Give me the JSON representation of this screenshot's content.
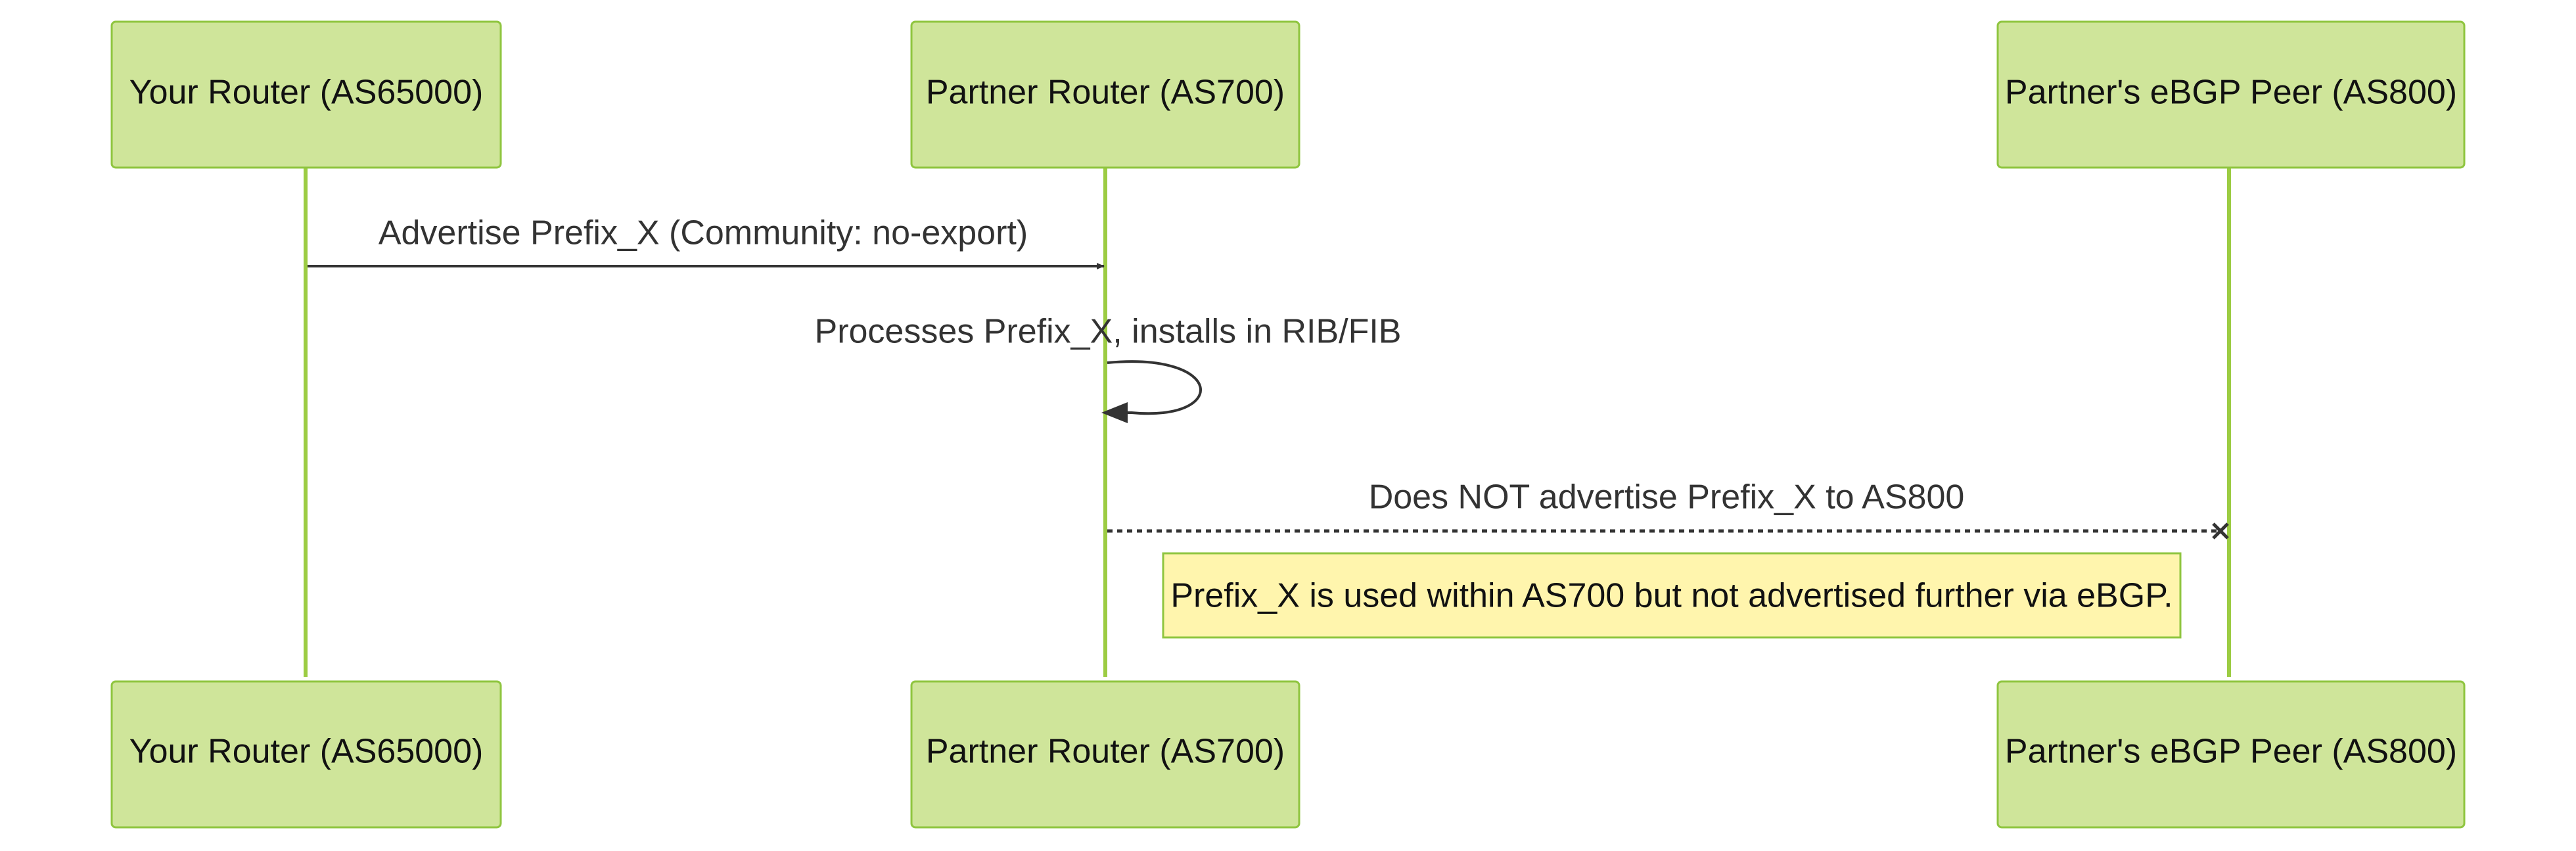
{
  "diagram": {
    "type": "sequence",
    "colors": {
      "actor_fill": "#cfe59a",
      "actor_border": "#8fc53f",
      "lifeline": "#9ccc43",
      "note_fill": "#fff5ad",
      "message_line": "#333333"
    },
    "actors": [
      {
        "id": "a1",
        "label": "Your Router (AS65000)"
      },
      {
        "id": "a2",
        "label": "Partner Router (AS700)"
      },
      {
        "id": "a3",
        "label": "Partner's eBGP Peer (AS800)"
      }
    ],
    "messages": [
      {
        "from": "a1",
        "to": "a2",
        "style": "solid-arrow",
        "label": "Advertise Prefix_X (Community: no-export)"
      },
      {
        "from": "a2",
        "to": "a2",
        "style": "self-loop",
        "label": "Processes Prefix_X, installs in RIB/FIB"
      },
      {
        "from": "a2",
        "to": "a3",
        "style": "dashed-cross",
        "label": "Does NOT advertise Prefix_X to AS800"
      }
    ],
    "note": {
      "over": [
        "a2",
        "a3"
      ],
      "text": "Prefix_X is used within AS700 but not advertised further via eBGP."
    }
  }
}
